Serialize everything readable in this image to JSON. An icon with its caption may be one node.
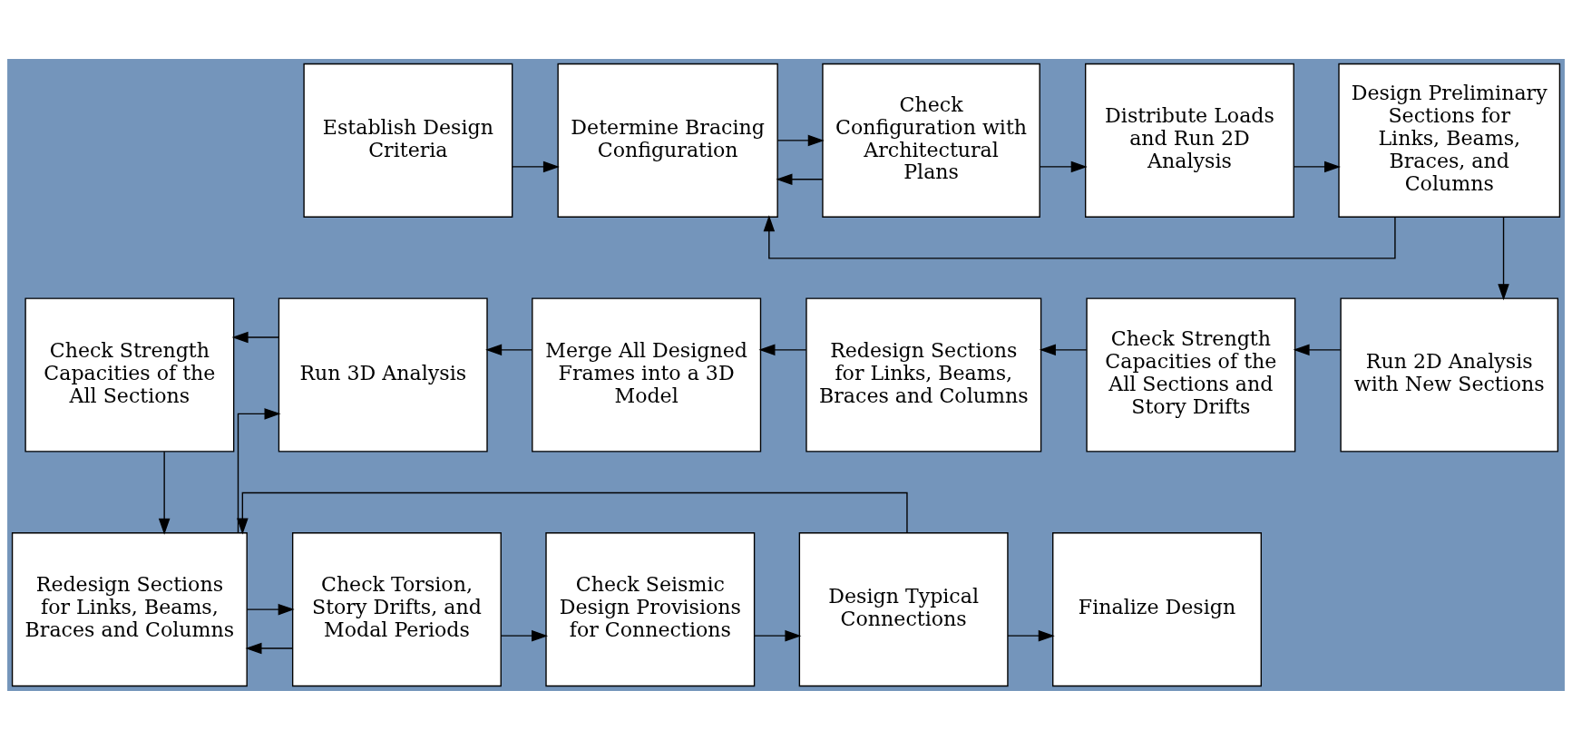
{
  "diagram": {
    "nodes": [
      {
        "text": [
          "Establish Design Criteria"
        ]
      },
      {
        "text": [
          "Determine Bracing Configuration"
        ]
      },
      {
        "text": [
          "Check Configuration with Architectural Plans"
        ]
      },
      {
        "text": [
          "Distribute Loads and Run 2D Analysis"
        ]
      },
      {
        "text": [
          "Design Preliminary Sections for Links, Beams, Braces, and Columns"
        ]
      },
      {
        "text": [
          "Run 2D Analysis with New Sections"
        ]
      },
      {
        "text": [
          "Check Strength Capacities of the All Sections and Story Drifts"
        ]
      },
      {
        "text": [
          "Redesign Sections for Links, Beams, Braces and Columns"
        ]
      },
      {
        "text": [
          "Merge All Designed Frames into a 3D Model"
        ]
      },
      {
        "text": [
          "Run 3D Analysis"
        ]
      },
      {
        "text": [
          "Check Strength Capacities of the All Sections"
        ]
      },
      {
        "text": [
          "Redesign Sections for Links, Beams, Braces and Columns"
        ]
      },
      {
        "text": [
          "Check Torsion, Story Drifts, and Modal Periods"
        ]
      },
      {
        "text": [
          "Check Seismic Design Provisions for Connections"
        ]
      },
      {
        "text": [
          "Design Typical Connections"
        ]
      },
      {
        "text": [
          "Finalize Design"
        ]
      }
    ],
    "edges": [
      {
        "from": 0,
        "to": 1,
        "arrow": "to"
      },
      {
        "from": 1,
        "to": 2,
        "arrow": "to"
      },
      {
        "from": 2,
        "to": 3,
        "arrow": "to"
      },
      {
        "from": 3,
        "to": 4,
        "arrow": "to"
      },
      {
        "from": 2,
        "to": 1,
        "arrow": "to"
      },
      {
        "from": 4,
        "to": 1,
        "arrow": "to"
      },
      {
        "from": 4,
        "to": 5,
        "arrow": "to"
      },
      {
        "from": 5,
        "to": 6,
        "arrow": "to"
      },
      {
        "from": 6,
        "to": 7,
        "arrow": "to"
      },
      {
        "from": 7,
        "to": 8,
        "arrow": "to"
      },
      {
        "from": 8,
        "to": 9,
        "arrow": "to"
      },
      {
        "from": 9,
        "to": 10,
        "arrow": "to"
      },
      {
        "from": 10,
        "to": 11,
        "arrow": "to"
      },
      {
        "from": 11,
        "to": 9,
        "arrow": "to"
      },
      {
        "from": 11,
        "to": 12,
        "arrow": "to"
      },
      {
        "from": 12,
        "to": 13,
        "arrow": "to"
      },
      {
        "from": 13,
        "to": 14,
        "arrow": "to"
      },
      {
        "from": 14,
        "to": 15,
        "arrow": "to"
      },
      {
        "from": 12,
        "to": 11,
        "arrow": "to"
      },
      {
        "from": 14,
        "to": 11,
        "arrow": "to"
      }
    ]
  }
}
